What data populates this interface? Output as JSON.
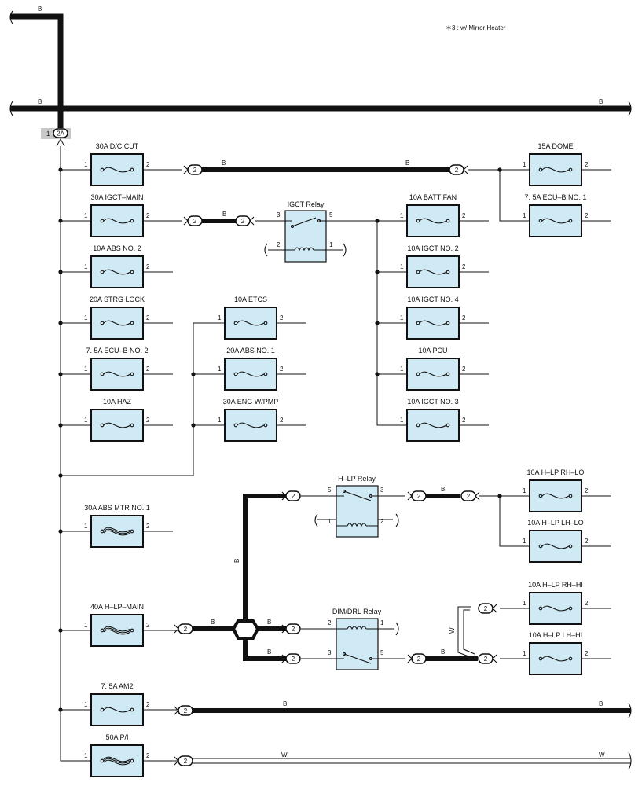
{
  "note": "＊3 : w/ Mirror Heater",
  "connector_main": {
    "pin": "1",
    "code": "2A"
  },
  "wire_colors": {
    "b": "B",
    "w": "W"
  },
  "connector_code": "2",
  "fuses": [
    {
      "label": "30A D/C CUT"
    },
    {
      "label": "30A IGCT–MAIN"
    },
    {
      "label": "10A ABS NO. 2"
    },
    {
      "label": "20A STRG LOCK"
    },
    {
      "label": "7. 5A ECU–B NO. 2"
    },
    {
      "label": "10A HAZ"
    },
    {
      "label": "10A ETCS"
    },
    {
      "label": "20A ABS NO. 1"
    },
    {
      "label": "30A ENG W/PMP"
    },
    {
      "label": "15A DOME"
    },
    {
      "label": "7. 5A ECU–B NO. 1"
    },
    {
      "label": "10A BATT FAN"
    },
    {
      "label": "10A IGCT NO. 2"
    },
    {
      "label": "10A IGCT NO. 4"
    },
    {
      "label": "10A PCU"
    },
    {
      "label": "10A IGCT NO. 3"
    },
    {
      "label": "30A ABS MTR NO. 1"
    },
    {
      "label": "40A H–LP–MAIN"
    },
    {
      "label": "7. 5A AM2"
    },
    {
      "label": "50A P/I"
    },
    {
      "label": "10A H–LP RH–LO"
    },
    {
      "label": "10A H–LP LH–LO"
    },
    {
      "label": "10A H–LP RH–HI"
    },
    {
      "label": "10A H–LP LH–HI"
    }
  ],
  "pins": {
    "one": "1",
    "two": "2",
    "three": "3",
    "five": "5"
  },
  "relays": [
    {
      "label": "IGCT Relay"
    },
    {
      "label": "H–LP Relay"
    },
    {
      "label": "DIM/DRL Relay"
    }
  ]
}
